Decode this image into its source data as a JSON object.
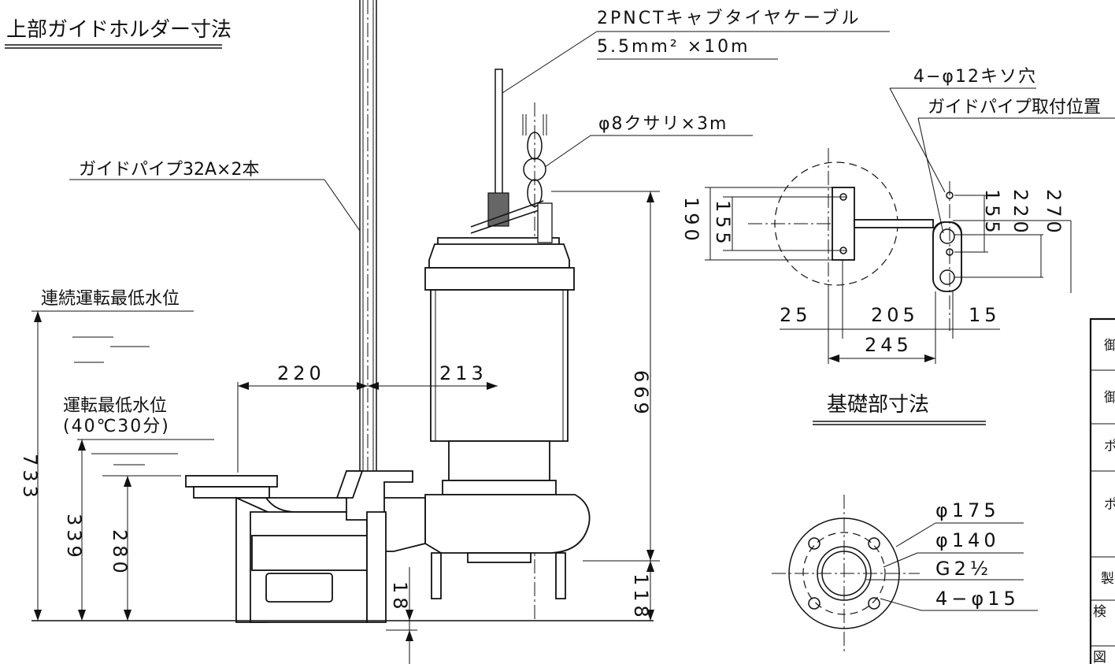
{
  "labels": {
    "upper_guide_holder": "上部ガイドホルダー寸法",
    "cable_name": "2PNCTキャブタイヤケーブル",
    "cable_size": "5.5mm² ×10m",
    "chain": "φ8クサリ×3m",
    "guide_pipe": "ガイドパイプ32A×2本",
    "anchor_holes": "4−φ12キソ穴",
    "guide_pipe_pos": "ガイドパイプ取付位置",
    "min_level_continuous": "連続運転最低水位",
    "min_level": "運転最低水位",
    "min_level_cond": "(40℃30分)",
    "foundation": "基礎部寸法"
  },
  "dims": {
    "d220": "220",
    "d213": "213",
    "d669": "669",
    "d118": "118",
    "d18": "18",
    "d733": "733",
    "d339": "339",
    "d280": "280",
    "d190": "190",
    "d155": "155",
    "d25": "25",
    "d205": "205",
    "d15": "15",
    "d245": "245",
    "d155r": "155",
    "d220r": "220",
    "d270": "270"
  },
  "flange": {
    "d175": "φ175",
    "d140": "φ140",
    "g": "G2½",
    "holes": "4−φ15"
  },
  "title_block": {
    "rows": [
      "御",
      "御",
      "ポ",
      "ポ\n仕",
      "製",
      "検",
      "図"
    ]
  }
}
